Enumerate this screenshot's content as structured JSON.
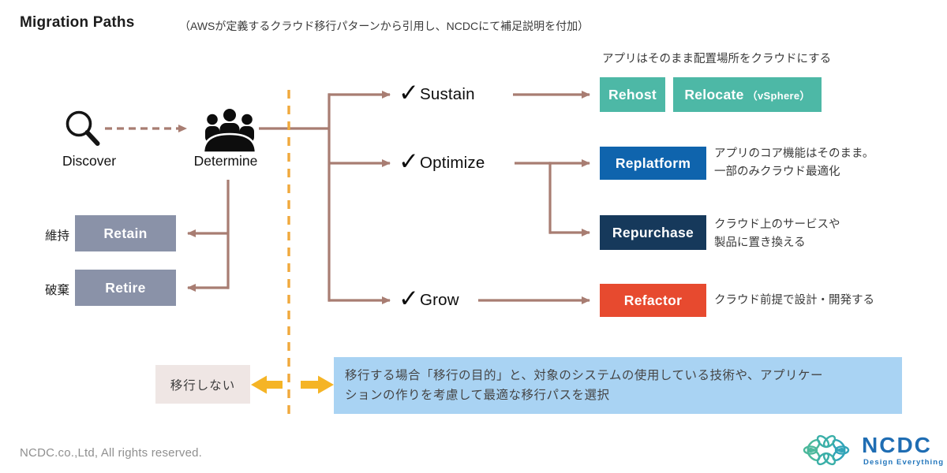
{
  "header": {
    "title": "Migration Paths",
    "subtitle": "（AWSが定義するクラウド移行パターンから引用し、NCDCにて補足説明を付加）"
  },
  "icons": {
    "check_glyph": "✓",
    "search_icon": "magnifier",
    "people_icon": "meeting-group"
  },
  "discover": {
    "label": "Discover"
  },
  "determine": {
    "label": "Determine"
  },
  "keep_paths": {
    "retain": {
      "jp": "維持",
      "label": "Retain"
    },
    "retire": {
      "jp": "破棄",
      "label": "Retire"
    }
  },
  "paths": {
    "sustain": {
      "label": "Sustain"
    },
    "optimize": {
      "label": "Optimize"
    },
    "grow": {
      "label": "Grow"
    }
  },
  "boxes": {
    "rehost": "Rehost",
    "relocate": "Relocate",
    "relocate_note": "（vSphere）",
    "replatform": "Replatform",
    "repurchase": "Repurchase",
    "refactor": "Refactor"
  },
  "annotations": {
    "sustain": "アプリはそのまま配置場所をクラウドにする",
    "replatform_line1": "アプリのコア機能はそのまま。",
    "replatform_line2": "一部のみクラウド最適化",
    "repurchase_line1": "クラウド上のサービスや",
    "repurchase_line2": "製品に置き換える",
    "refactor": "クラウド前提で設計・開発する"
  },
  "bottom": {
    "no_migration": "移行しない",
    "note_line1": "移行する場合「移行の目的」と、対象のシステムの使用している技術や、アプリケー",
    "note_line2": "ションの作りを考慮して最適な移行パスを選択"
  },
  "footer": {
    "copyright": "NCDC.co.,Ltd, All rights reserved.",
    "logo_text": "NCDC",
    "logo_tagline": "Design Everything"
  },
  "colors": {
    "teal_box": "#4DB8A6",
    "blue_box": "#0F64AD",
    "navy_box": "#16395B",
    "red_box": "#E74A2F",
    "gray_box": "#8A92A8",
    "pink_box": "#EFE6E4",
    "lightblue_box": "#A9D3F3",
    "connector_brown": "#A87D72",
    "dashed_orange": "#F0A93C",
    "arrow_yellow": "#F5B425",
    "logo_blue": "#1F6DB3",
    "logo_teal": "#45B5A8"
  }
}
